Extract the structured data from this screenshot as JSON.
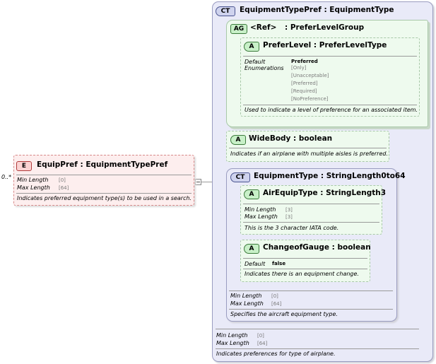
{
  "element": {
    "tag": "E",
    "title": "EquipPref : EquipmentTypePref",
    "occurrence": "0..*",
    "min_length_label": "Min Length",
    "min_length_value": "[0]",
    "max_length_label": "Max Length",
    "max_length_value": "[64]",
    "description": "Indicates preferred equipment type(s) to be used in a search."
  },
  "complex_type": {
    "tag": "CT",
    "title": "EquipmentTypePref : EquipmentType",
    "min_length_label": "Min Length",
    "min_length_value": "[0]",
    "max_length_label": "Max Length",
    "max_length_value": "[64]",
    "description": "Indicates preferences for type of airplane."
  },
  "attribute_group": {
    "tag": "AG",
    "ref": "<Ref>",
    "type": ": PreferLevelGroup",
    "prefer_level": {
      "tag": "A",
      "title": "PreferLevel : PreferLevelType",
      "default_label": "Default",
      "default_value": "Preferred",
      "enumerations_label": "Enumerations",
      "enumerations": [
        "[Only]",
        "[Unacceptable]",
        "[Preferred]",
        "[Required]",
        "[NoPreference]"
      ],
      "description": "Used to indicate a level of preference for an associated item."
    }
  },
  "wide_body": {
    "tag": "A",
    "title": "WideBody : boolean",
    "description": "Indicates if an airplane with multiple aisles is preferred."
  },
  "equipment_type": {
    "tag": "CT",
    "title": "EquipmentType : StringLength0to64",
    "min_length_label": "Min Length",
    "min_length_value": "[0]",
    "max_length_label": "Max Length",
    "max_length_value": "[64]",
    "description": "Specifies the aircraft equipment type.",
    "air_equip_type": {
      "tag": "A",
      "title": "AirEquipType : StringLength3",
      "min_length_label": "Min Length",
      "min_length_value": "[3]",
      "max_length_label": "Max Length",
      "max_length_value": "[3]",
      "description": "This is the 3 character IATA code."
    },
    "change_of_gauge": {
      "tag": "A",
      "title": "ChangeofGauge : boolean",
      "default_label": "Default",
      "default_value": "false",
      "description": "Indicates there is an equipment change."
    }
  },
  "colors": {
    "element_bg": "#fdeeee",
    "element_border": "#d88a8a",
    "ct_bg": "#e9eaf8",
    "ct_border": "#9a9cc0",
    "attr_bg": "#eefaee",
    "attr_border": "#a8c8a8"
  }
}
